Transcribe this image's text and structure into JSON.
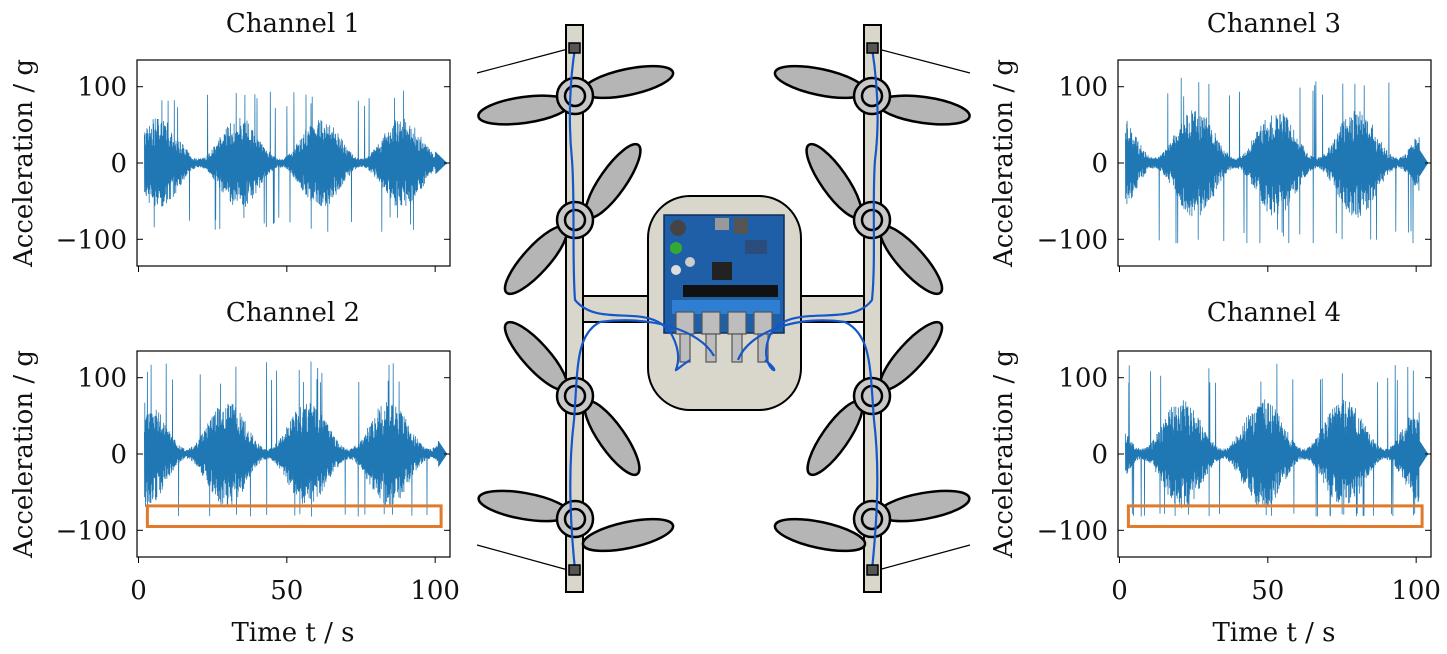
{
  "colors": {
    "signal": "#1f77b4",
    "highlight": "#e07b2d",
    "frame": "#d9d6cb",
    "propeller": "#b5b5b5",
    "cable": "#1557c9",
    "board": "#1f5fa8"
  },
  "chart_data": [
    {
      "type": "line",
      "title": "Channel 1",
      "xlabel": "",
      "ylabel": "Acceleration / g",
      "xlim": [
        -0.5,
        105
      ],
      "ylim": [
        -135,
        135
      ],
      "yticks": [
        100,
        0,
        -100
      ],
      "ytick_labels": [
        "100",
        "0",
        "−100"
      ],
      "xticks": [
        0,
        50,
        100
      ],
      "xtick_labels": [],
      "signal": {
        "start": 2,
        "end": 100,
        "ring_end": 104,
        "envelope": 60,
        "peak_max": 95,
        "peak_min": -90,
        "lower_clip": null
      },
      "highlight_box": null
    },
    {
      "type": "line",
      "title": "Channel 2",
      "xlabel": "Time t / s",
      "ylabel": "Acceleration / g",
      "xlim": [
        -0.5,
        105
      ],
      "ylim": [
        -135,
        135
      ],
      "yticks": [
        100,
        0,
        -100
      ],
      "ytick_labels": [
        "100",
        "0",
        "−100"
      ],
      "xticks": [
        0,
        50,
        100
      ],
      "xtick_labels": [
        "0",
        "50",
        "100"
      ],
      "signal": {
        "start": 2,
        "end": 101,
        "ring_end": 104,
        "envelope": 70,
        "peak_max": 122,
        "peak_min": -82,
        "lower_clip": -78
      },
      "highlight_box": {
        "x": [
          3,
          102
        ],
        "y": [
          -95,
          -68
        ]
      }
    },
    {
      "type": "line",
      "title": "Channel 3",
      "xlabel": "",
      "ylabel": "Acceleration / g",
      "xlim": [
        -0.5,
        105
      ],
      "ylim": [
        -135,
        135
      ],
      "yticks": [
        100,
        0,
        -100
      ],
      "ytick_labels": [
        "100",
        "0",
        "−100"
      ],
      "xticks": [
        0,
        50,
        100
      ],
      "xtick_labels": [],
      "signal": {
        "start": 2,
        "end": 101,
        "ring_end": 104,
        "envelope": 72,
        "peak_max": 115,
        "peak_min": -105,
        "lower_clip": null
      },
      "highlight_box": null
    },
    {
      "type": "line",
      "title": "Channel 4",
      "xlabel": "Time t / s",
      "ylabel": "Acceleration / g",
      "xlim": [
        -0.5,
        105
      ],
      "ylim": [
        -135,
        135
      ],
      "yticks": [
        100,
        0,
        -100
      ],
      "ytick_labels": [
        "100",
        "0",
        "−100"
      ],
      "xticks": [
        0,
        50,
        100
      ],
      "xtick_labels": [
        "0",
        "50",
        "100"
      ],
      "signal": {
        "start": 2,
        "end": 101,
        "ring_end": 104,
        "envelope": 72,
        "peak_max": 122,
        "peak_min": -82,
        "lower_clip": -78
      },
      "highlight_box": {
        "x": [
          3,
          102
        ],
        "y": [
          -95,
          -68
        ]
      }
    }
  ]
}
